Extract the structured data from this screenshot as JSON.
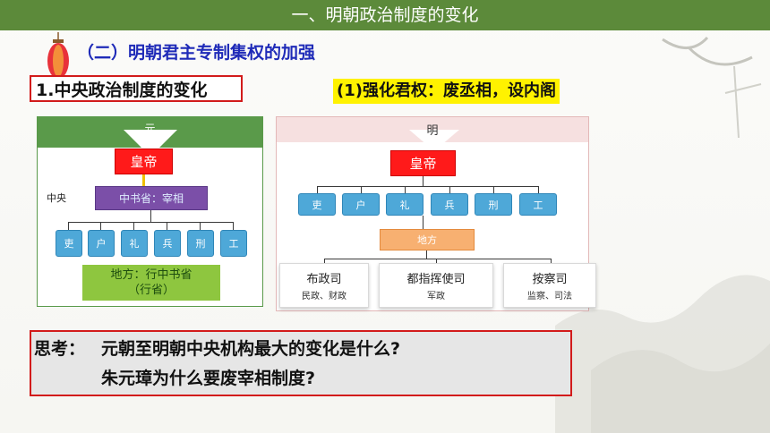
{
  "header": {
    "title": "一、明朝政治制度的变化"
  },
  "section": {
    "title": "（二）明朝君主专制集权的加强"
  },
  "subsection": {
    "title": "1.中央政治制度的变化"
  },
  "highlight": {
    "text": "(1)强化君权：废丞相，设内阁"
  },
  "yuan": {
    "header": "元",
    "emperor": "皇帝",
    "central_label": "中央",
    "zhongshu": "中书省：宰相",
    "departments": [
      "吏",
      "户",
      "礼",
      "兵",
      "刑",
      "工"
    ],
    "local_line1": "地方：行中书省",
    "local_line2": "（行省）"
  },
  "ming": {
    "header": "明",
    "emperor": "皇帝",
    "departments": [
      "吏",
      "户",
      "礼",
      "兵",
      "刑",
      "工"
    ],
    "local": "地方",
    "offices": [
      {
        "name": "布政司",
        "duty": "民政、财政"
      },
      {
        "name": "都指挥使司",
        "duty": "军政"
      },
      {
        "name": "按察司",
        "duty": "监察、司法"
      }
    ]
  },
  "question": {
    "prefix": "思考：",
    "line1": "元朝至明朝中央机构最大的变化是什么?",
    "line2": "朱元璋为什么要废宰相制度?"
  },
  "colors": {
    "header_green": "#5c8a3a",
    "emperor_red": "#ff1a1a",
    "department_blue": "#4ea8d8",
    "zhongshu_purple": "#7b4fa8",
    "local_green": "#8ec63f",
    "local_orange": "#f7b071",
    "section_blue": "#1f2bb8",
    "highlight_yellow": "#fff200",
    "frame_red": "#d21b1b"
  }
}
